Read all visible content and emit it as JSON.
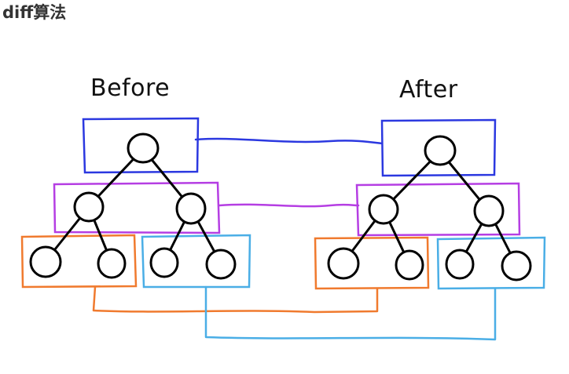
{
  "page": {
    "heading": "diff算法"
  },
  "diagram": {
    "trees": [
      {
        "label": "Before"
      },
      {
        "label": "After"
      }
    ],
    "colors": {
      "level1": "#2b38e0",
      "level2": "#b53ee3",
      "level3_left": "#f07a2e",
      "level3_right": "#4aaee6",
      "node_stroke": "#000000"
    }
  }
}
